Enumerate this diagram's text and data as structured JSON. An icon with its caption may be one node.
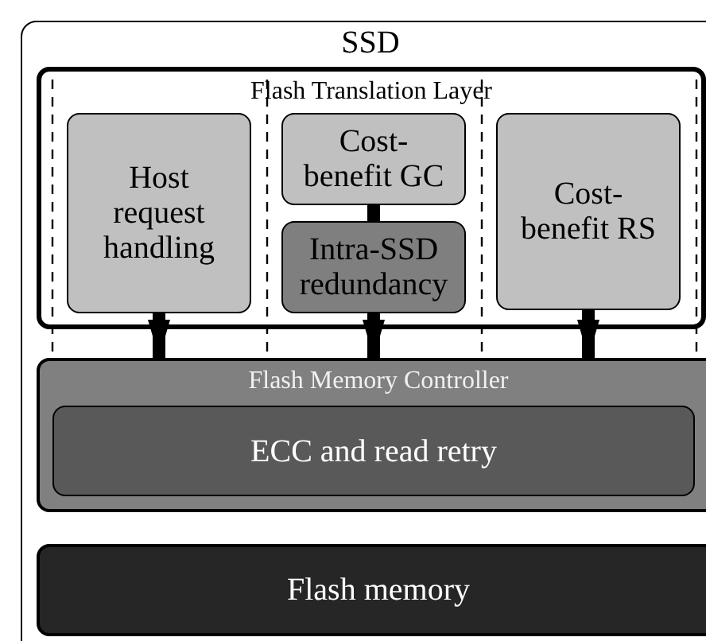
{
  "diagram": {
    "nodes": [
      {
        "text": [
          "SSD"
        ]
      },
      {
        "text": [
          "Flash Translation Layer"
        ],
        "in": 0
      },
      {
        "text": [
          "Host request handling"
        ],
        "in": 1
      },
      {
        "text": [
          "Cost-benefit GC"
        ],
        "in": 1
      },
      {
        "text": [
          "Intra-SSD redundancy"
        ],
        "in": 1
      },
      {
        "text": [
          "Cost-benefit RS"
        ],
        "in": 1
      },
      {
        "text": [
          "Flash Memory Controller"
        ],
        "in": 0
      },
      {
        "text": [
          "ECC and read retry"
        ],
        "in": 6
      },
      {
        "text": [
          "Flash memory"
        ],
        "in": 0
      }
    ],
    "edges": [
      {
        "from": 2,
        "to": 6,
        "arrow": "to"
      },
      {
        "from": 3,
        "to": 4,
        "arrow": "none"
      },
      {
        "from": 4,
        "to": 6,
        "arrow": "to"
      },
      {
        "from": 5,
        "to": 6,
        "arrow": "to"
      }
    ]
  }
}
